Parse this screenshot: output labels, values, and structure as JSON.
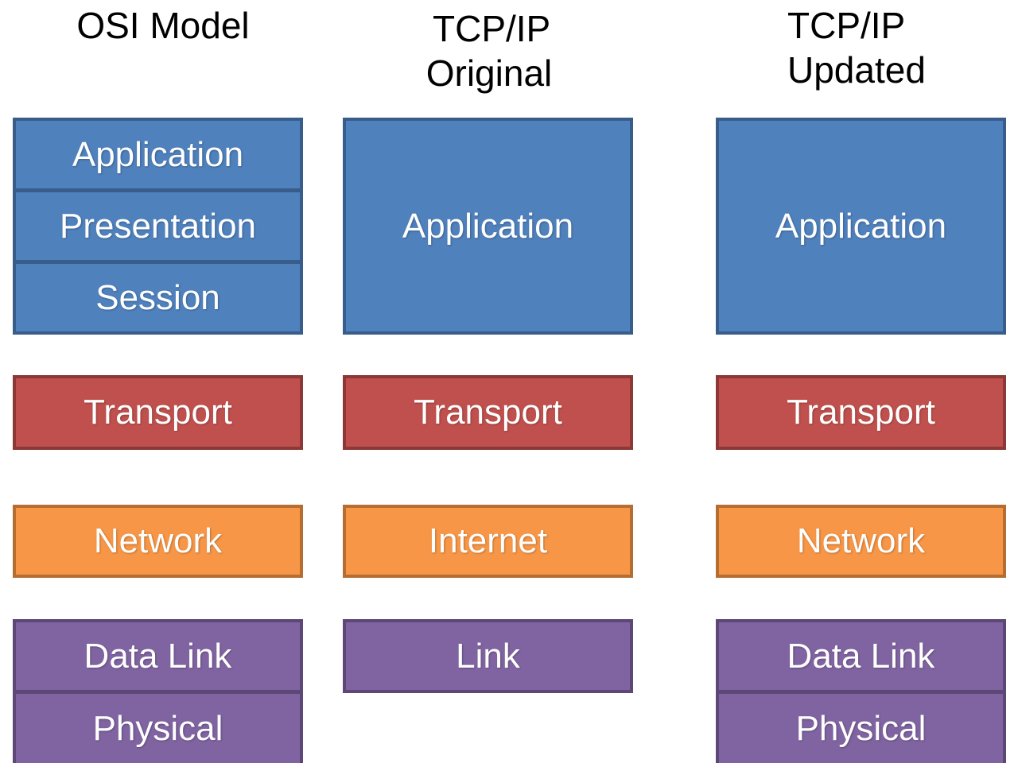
{
  "columns": [
    {
      "title_lines": [
        "OSI Model"
      ],
      "layers": [
        {
          "label": "Application",
          "color": "#4f81bd"
        },
        {
          "label": "Presentation",
          "color": "#4f81bd"
        },
        {
          "label": "Session",
          "color": "#4f81bd"
        },
        {
          "label": "Transport",
          "color": "#c0504d"
        },
        {
          "label": "Network",
          "color": "#f79646"
        },
        {
          "label": "Data Link",
          "color": "#8064a2"
        },
        {
          "label": "Physical",
          "color": "#8064a2"
        }
      ]
    },
    {
      "title_lines": [
        "TCP/IP",
        "Original"
      ],
      "layers": [
        {
          "label": "Application",
          "color": "#4f81bd"
        },
        {
          "label": "Transport",
          "color": "#c0504d"
        },
        {
          "label": "Internet",
          "color": "#f79646"
        },
        {
          "label": "Link",
          "color": "#8064a2"
        }
      ]
    },
    {
      "title_lines": [
        "TCP/IP",
        "Updated"
      ],
      "layers": [
        {
          "label": "Application",
          "color": "#4f81bd"
        },
        {
          "label": "Transport",
          "color": "#c0504d"
        },
        {
          "label": "Network",
          "color": "#f79646"
        },
        {
          "label": "Data Link",
          "color": "#8064a2"
        },
        {
          "label": "Physical",
          "color": "#8064a2"
        }
      ]
    }
  ]
}
